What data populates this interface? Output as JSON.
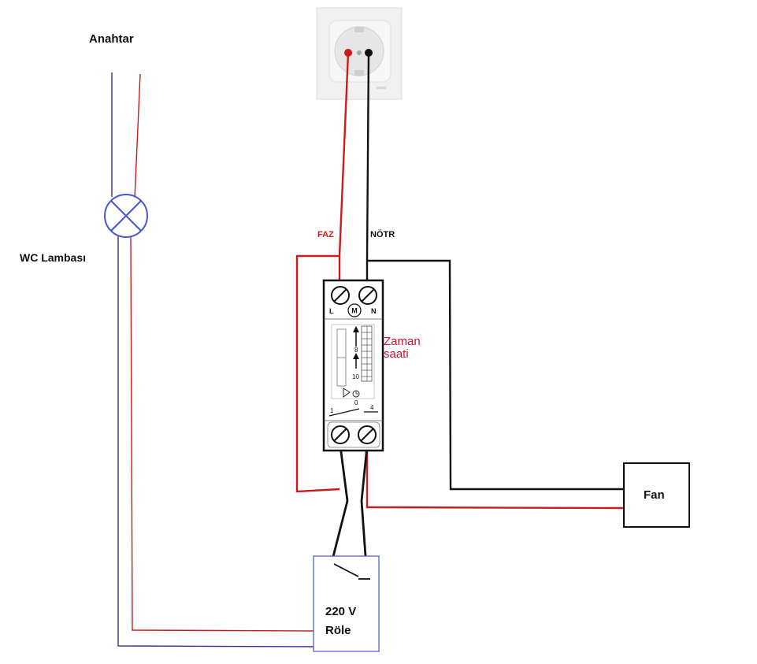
{
  "labels": {
    "switch": "Anahtar",
    "lamp": "WC Lambası",
    "phase": "FAZ",
    "neutral": "NÖTR",
    "timer_line1": "Zaman",
    "timer_line2": "saati",
    "fan": "Fan",
    "relay_line1": "220 V",
    "relay_line2": "Röle"
  },
  "timer": {
    "terminal_l": "L",
    "terminal_n": "N",
    "motor": "M",
    "mark_8": "8",
    "mark_10": "10",
    "mark_0": "0",
    "contact_1": "1",
    "contact_4": "4"
  },
  "colors": {
    "phase": "#cc1b1b",
    "neutral": "#111111",
    "lamp_wire": "#2d2d8c",
    "lamp_symbol": "#4a55c8",
    "timer_label": "#c8102e",
    "relay_border": "#4a55c8"
  }
}
